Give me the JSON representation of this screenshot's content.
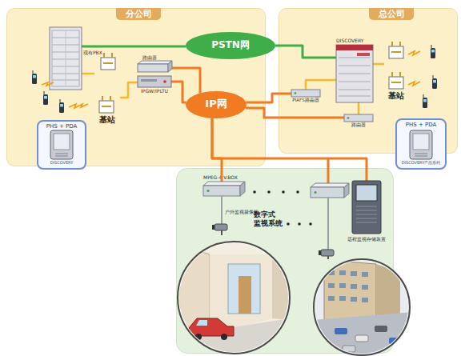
{
  "diagram": {
    "nodes": [
      {
        "text": [
          "分公司"
        ]
      },
      {
        "text": [
          "现有PBX"
        ],
        "in": 0
      },
      {
        "text": [
          "基站"
        ],
        "in": 0
      },
      {
        "text": [
          "路由器"
        ],
        "in": 0
      },
      {
        "text": [
          "IPGW/IPLTU"
        ],
        "in": 0
      },
      {
        "text": [
          "PHS + PDA",
          "DISCOVERY"
        ],
        "in": 0
      },
      {
        "text": [
          "PSTN网"
        ]
      },
      {
        "text": [
          "总公司"
        ]
      },
      {
        "text": [
          "DISCOVERY"
        ],
        "in": 7
      },
      {
        "text": [
          "基站"
        ],
        "in": 7
      },
      {
        "text": [
          "PIAFS路由器"
        ],
        "in": 7
      },
      {
        "text": [
          "路由器"
        ],
        "in": 7
      },
      {
        "text": [
          "PHS + PDA",
          "DISCOVERY产品系列"
        ],
        "in": 7
      },
      {
        "text": [
          "IP网"
        ]
      },
      {
        "text": [
          "数字式 监视系统"
        ]
      },
      {
        "text": [
          "MPEG-4 V.BOX"
        ],
        "in": 14
      },
      {
        "text": [
          "远程监视存储装置"
        ],
        "in": 14
      }
    ],
    "edges": [
      {
        "from": 1,
        "to": 6,
        "arrow": "none"
      },
      {
        "from": 6,
        "to": 8,
        "arrow": "none"
      },
      {
        "from": 3,
        "to": 13,
        "arrow": "none"
      },
      {
        "from": 4,
        "to": 13,
        "arrow": "none"
      },
      {
        "from": 13,
        "to": 10,
        "arrow": "none"
      },
      {
        "from": 13,
        "to": 11,
        "arrow": "none"
      },
      {
        "from": 13,
        "to": 15,
        "arrow": "none"
      },
      {
        "from": 13,
        "to": 16,
        "arrow": "none"
      },
      {
        "from": 1,
        "to": 2,
        "arrow": "none"
      },
      {
        "from": 2,
        "to": 4,
        "arrow": "none"
      },
      {
        "from": 8,
        "to": 9,
        "arrow": "none"
      },
      {
        "from": 8,
        "to": 10,
        "arrow": "none"
      },
      {
        "from": 8,
        "to": 11,
        "arrow": "none"
      }
    ],
    "labels": [
      "户外监视摄像机"
    ]
  }
}
